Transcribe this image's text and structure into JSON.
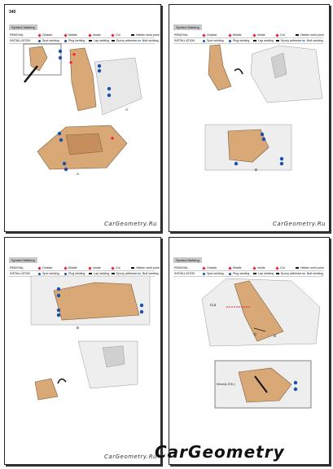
{
  "page_number": "340",
  "legend": {
    "title": "Symbol Marking",
    "removal_label": "REMOVAL",
    "installation_label": "INSTALLATION",
    "removal_items": [
      "Outside",
      "Middle",
      "Inside",
      "Cut",
      "Hidden weld point"
    ],
    "installation_items": [
      "Spot welding",
      "Plug welding",
      "Lap welding",
      "Epoxy adhesive",
      "Butt welding"
    ]
  },
  "figures": {
    "p1_top_label": "A",
    "p1_bottom_label": "A",
    "p2_bottom_label": "B",
    "p3_top_label": "B",
    "p4_cut_label": "Cut",
    "p4_callout_c": "C",
    "p4_callout_d": "D",
    "p4_dimension": "50mm(1.97in.)"
  },
  "watermark_small": "CarGeometry.Ru",
  "watermark_big": "CarGeometry"
}
